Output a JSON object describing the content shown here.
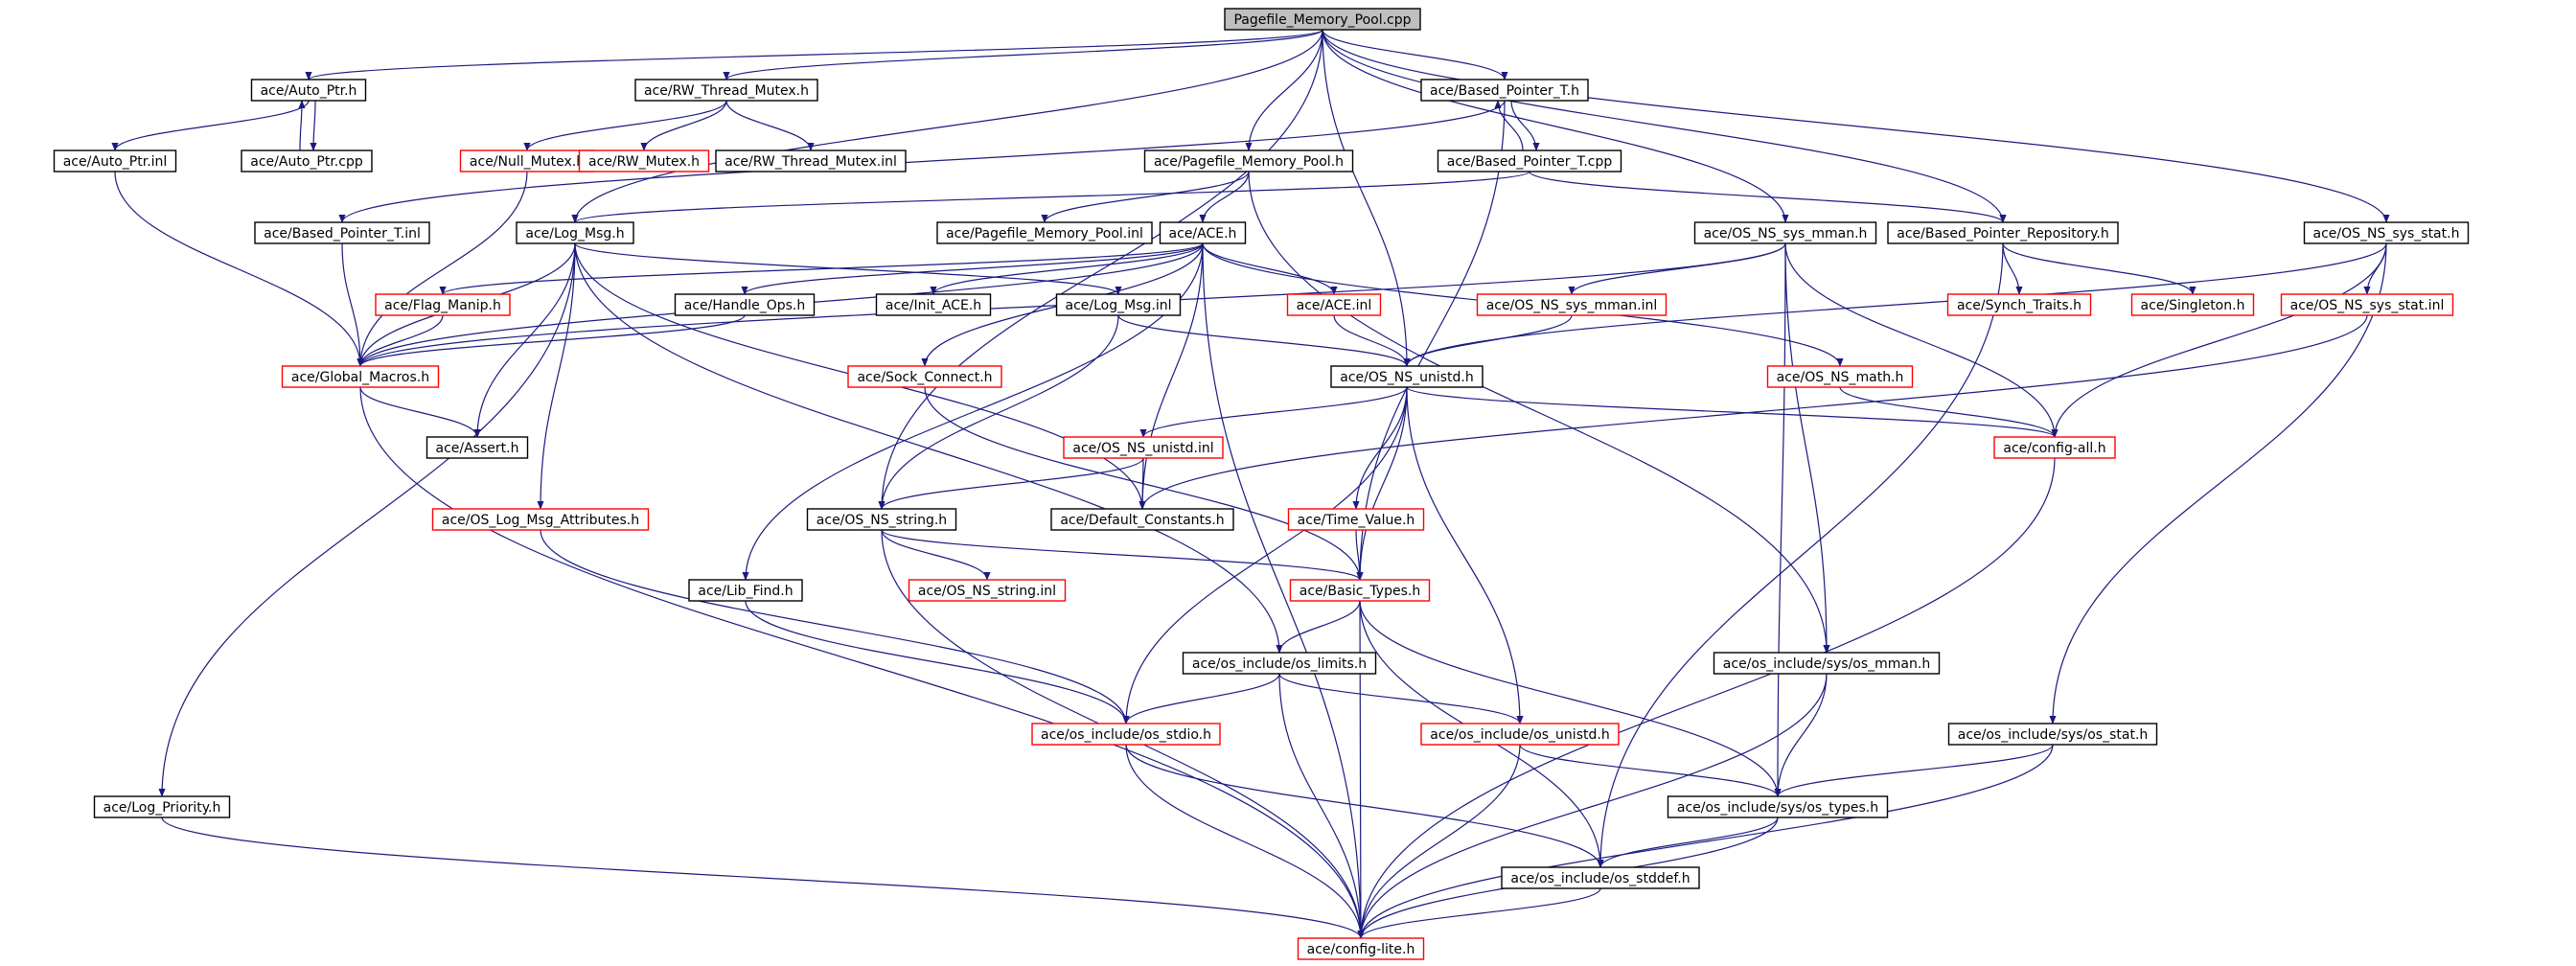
{
  "colors": {
    "edge": "#1a1a80",
    "border_normal": "#000000",
    "border_missing": "#ff0000",
    "root_fill": "#bfbfbf",
    "fill": "#ffffff"
  },
  "nodes": [
    {
      "id": "root",
      "label": "Pagefile_Memory_Pool.cpp",
      "style": "root"
    },
    {
      "id": "auto_ptr_h",
      "label": "ace/Auto_Ptr.h",
      "style": "normal"
    },
    {
      "id": "rw_thread_mutex_h",
      "label": "ace/RW_Thread_Mutex.h",
      "style": "normal"
    },
    {
      "id": "based_pointer_t_h",
      "label": "ace/Based_Pointer_T.h",
      "style": "normal"
    },
    {
      "id": "auto_ptr_inl",
      "label": "ace/Auto_Ptr.inl",
      "style": "normal"
    },
    {
      "id": "auto_ptr_cpp",
      "label": "ace/Auto_Ptr.cpp",
      "style": "normal"
    },
    {
      "id": "null_mutex_h",
      "label": "ace/Null_Mutex.h",
      "style": "missing"
    },
    {
      "id": "rw_mutex_h",
      "label": "ace/RW_Mutex.h",
      "style": "missing"
    },
    {
      "id": "rw_thread_mutex_inl",
      "label": "ace/RW_Thread_Mutex.inl",
      "style": "normal"
    },
    {
      "id": "pagefile_memory_pool_h",
      "label": "ace/Pagefile_Memory_Pool.h",
      "style": "normal"
    },
    {
      "id": "based_pointer_t_cpp",
      "label": "ace/Based_Pointer_T.cpp",
      "style": "normal"
    },
    {
      "id": "based_pointer_t_inl",
      "label": "ace/Based_Pointer_T.inl",
      "style": "normal"
    },
    {
      "id": "log_msg_h",
      "label": "ace/Log_Msg.h",
      "style": "normal"
    },
    {
      "id": "pagefile_memory_pool_inl",
      "label": "ace/Pagefile_Memory_Pool.inl",
      "style": "normal"
    },
    {
      "id": "ace_h",
      "label": "ace/ACE.h",
      "style": "normal"
    },
    {
      "id": "os_ns_sys_mman_h",
      "label": "ace/OS_NS_sys_mman.h",
      "style": "normal"
    },
    {
      "id": "based_pointer_repository_h",
      "label": "ace/Based_Pointer_Repository.h",
      "style": "normal"
    },
    {
      "id": "os_ns_sys_stat_h",
      "label": "ace/OS_NS_sys_stat.h",
      "style": "normal"
    },
    {
      "id": "flag_manip_h",
      "label": "ace/Flag_Manip.h",
      "style": "missing"
    },
    {
      "id": "handle_ops_h",
      "label": "ace/Handle_Ops.h",
      "style": "normal"
    },
    {
      "id": "init_ace_h",
      "label": "ace/Init_ACE.h",
      "style": "normal"
    },
    {
      "id": "log_msg_inl",
      "label": "ace/Log_Msg.inl",
      "style": "normal"
    },
    {
      "id": "ace_inl",
      "label": "ace/ACE.inl",
      "style": "missing"
    },
    {
      "id": "os_ns_sys_mman_inl",
      "label": "ace/OS_NS_sys_mman.inl",
      "style": "missing"
    },
    {
      "id": "synch_traits_h",
      "label": "ace/Synch_Traits.h",
      "style": "missing"
    },
    {
      "id": "singleton_h",
      "label": "ace/Singleton.h",
      "style": "missing"
    },
    {
      "id": "os_ns_sys_stat_inl",
      "label": "ace/OS_NS_sys_stat.inl",
      "style": "missing"
    },
    {
      "id": "global_macros_h",
      "label": "ace/Global_Macros.h",
      "style": "missing"
    },
    {
      "id": "sock_connect_h",
      "label": "ace/Sock_Connect.h",
      "style": "missing"
    },
    {
      "id": "os_ns_unistd_h",
      "label": "ace/OS_NS_unistd.h",
      "style": "normal"
    },
    {
      "id": "os_ns_math_h",
      "label": "ace/OS_NS_math.h",
      "style": "missing"
    },
    {
      "id": "assert_h",
      "label": "ace/Assert.h",
      "style": "normal"
    },
    {
      "id": "os_ns_unistd_inl",
      "label": "ace/OS_NS_unistd.inl",
      "style": "missing"
    },
    {
      "id": "config_all_h",
      "label": "ace/config-all.h",
      "style": "missing"
    },
    {
      "id": "os_log_msg_attributes_h",
      "label": "ace/OS_Log_Msg_Attributes.h",
      "style": "missing"
    },
    {
      "id": "os_ns_string_h",
      "label": "ace/OS_NS_string.h",
      "style": "normal"
    },
    {
      "id": "default_constants_h",
      "label": "ace/Default_Constants.h",
      "style": "normal"
    },
    {
      "id": "time_value_h",
      "label": "ace/Time_Value.h",
      "style": "missing"
    },
    {
      "id": "lib_find_h",
      "label": "ace/Lib_Find.h",
      "style": "normal"
    },
    {
      "id": "os_ns_string_inl",
      "label": "ace/OS_NS_string.inl",
      "style": "missing"
    },
    {
      "id": "basic_types_h",
      "label": "ace/Basic_Types.h",
      "style": "missing"
    },
    {
      "id": "os_limits_h",
      "label": "ace/os_include/os_limits.h",
      "style": "normal"
    },
    {
      "id": "sys_os_mman_h",
      "label": "ace/os_include/sys/os_mman.h",
      "style": "normal"
    },
    {
      "id": "os_stdio_h",
      "label": "ace/os_include/os_stdio.h",
      "style": "missing"
    },
    {
      "id": "os_unistd_h",
      "label": "ace/os_include/os_unistd.h",
      "style": "missing"
    },
    {
      "id": "sys_os_stat_h",
      "label": "ace/os_include/sys/os_stat.h",
      "style": "normal"
    },
    {
      "id": "log_priority_h",
      "label": "ace/Log_Priority.h",
      "style": "normal"
    },
    {
      "id": "sys_os_types_h",
      "label": "ace/os_include/sys/os_types.h",
      "style": "normal"
    },
    {
      "id": "os_stddef_h",
      "label": "ace/os_include/os_stddef.h",
      "style": "normal"
    },
    {
      "id": "config_lite_h",
      "label": "ace/config-lite.h",
      "style": "missing"
    }
  ],
  "edges": [
    [
      "root",
      "auto_ptr_h"
    ],
    [
      "root",
      "rw_thread_mutex_h"
    ],
    [
      "root",
      "based_pointer_t_h"
    ],
    [
      "root",
      "pagefile_memory_pool_h"
    ],
    [
      "root",
      "log_msg_h"
    ],
    [
      "root",
      "os_ns_unistd_h"
    ],
    [
      "root",
      "os_ns_sys_mman_h"
    ],
    [
      "root",
      "based_pointer_repository_h"
    ],
    [
      "root",
      "os_ns_sys_stat_h"
    ],
    [
      "root",
      "os_ns_string_h"
    ],
    [
      "auto_ptr_h",
      "auto_ptr_inl"
    ],
    [
      "auto_ptr_h",
      "auto_ptr_cpp"
    ],
    [
      "auto_ptr_cpp",
      "auto_ptr_h"
    ],
    [
      "rw_thread_mutex_h",
      "null_mutex_h"
    ],
    [
      "rw_thread_mutex_h",
      "rw_mutex_h"
    ],
    [
      "rw_thread_mutex_h",
      "rw_thread_mutex_inl"
    ],
    [
      "based_pointer_t_h",
      "based_pointer_t_cpp"
    ],
    [
      "based_pointer_t_cpp",
      "based_pointer_t_h"
    ],
    [
      "based_pointer_t_h",
      "based_pointer_t_inl"
    ],
    [
      "based_pointer_t_h",
      "basic_types_h"
    ],
    [
      "based_pointer_t_cpp",
      "log_msg_h"
    ],
    [
      "based_pointer_t_cpp",
      "based_pointer_repository_h"
    ],
    [
      "auto_ptr_inl",
      "global_macros_h"
    ],
    [
      "null_mutex_h",
      "global_macros_h"
    ],
    [
      "based_pointer_t_inl",
      "global_macros_h"
    ],
    [
      "pagefile_memory_pool_h",
      "pagefile_memory_pool_inl"
    ],
    [
      "pagefile_memory_pool_h",
      "ace_h"
    ],
    [
      "pagefile_memory_pool_h",
      "sys_os_mman_h"
    ],
    [
      "log_msg_h",
      "global_macros_h"
    ],
    [
      "log_msg_h",
      "assert_h"
    ],
    [
      "log_msg_h",
      "log_msg_inl"
    ],
    [
      "log_msg_h",
      "os_log_msg_attributes_h"
    ],
    [
      "log_msg_h",
      "log_priority_h"
    ],
    [
      "log_msg_h",
      "default_constants_h"
    ],
    [
      "log_msg_h",
      "os_limits_h"
    ],
    [
      "ace_h",
      "flag_manip_h"
    ],
    [
      "ace_h",
      "handle_ops_h"
    ],
    [
      "ace_h",
      "init_ace_h"
    ],
    [
      "ace_h",
      "ace_inl"
    ],
    [
      "ace_h",
      "sock_connect_h"
    ],
    [
      "ace_h",
      "os_ns_math_h"
    ],
    [
      "ace_h",
      "global_macros_h"
    ],
    [
      "ace_h",
      "lib_find_h"
    ],
    [
      "ace_h",
      "config_lite_h"
    ],
    [
      "ace_h",
      "default_constants_h"
    ],
    [
      "flag_manip_h",
      "global_macros_h"
    ],
    [
      "handle_ops_h",
      "global_macros_h"
    ],
    [
      "log_msg_inl",
      "os_ns_unistd_h"
    ],
    [
      "log_msg_inl",
      "os_ns_string_h"
    ],
    [
      "ace_inl",
      "os_ns_unistd_h"
    ],
    [
      "os_ns_sys_mman_h",
      "os_ns_sys_mman_inl"
    ],
    [
      "os_ns_sys_mman_h",
      "global_macros_h"
    ],
    [
      "os_ns_sys_mman_h",
      "sys_os_mman_h"
    ],
    [
      "os_ns_sys_mman_h",
      "sys_os_types_h"
    ],
    [
      "os_ns_sys_mman_h",
      "config_all_h"
    ],
    [
      "os_ns_sys_mman_inl",
      "os_ns_unistd_h"
    ],
    [
      "based_pointer_repository_h",
      "synch_traits_h"
    ],
    [
      "based_pointer_repository_h",
      "singleton_h"
    ],
    [
      "based_pointer_repository_h",
      "os_stddef_h"
    ],
    [
      "os_ns_sys_stat_h",
      "os_ns_sys_stat_inl"
    ],
    [
      "os_ns_sys_stat_h",
      "config_all_h"
    ],
    [
      "os_ns_sys_stat_h",
      "os_ns_unistd_h"
    ],
    [
      "os_ns_sys_stat_h",
      "sys_os_stat_h"
    ],
    [
      "os_ns_sys_stat_inl",
      "default_constants_h"
    ],
    [
      "global_macros_h",
      "assert_h"
    ],
    [
      "global_macros_h",
      "config_lite_h"
    ],
    [
      "sock_connect_h",
      "basic_types_h"
    ],
    [
      "os_ns_unistd_h",
      "os_ns_unistd_inl"
    ],
    [
      "os_ns_unistd_h",
      "time_value_h"
    ],
    [
      "os_ns_unistd_h",
      "basic_types_h"
    ],
    [
      "os_ns_unistd_h",
      "config_all_h"
    ],
    [
      "os_ns_unistd_h",
      "os_unistd_h"
    ],
    [
      "os_ns_unistd_h",
      "os_stdio_h"
    ],
    [
      "os_ns_math_h",
      "config_all_h"
    ],
    [
      "os_ns_unistd_inl",
      "os_ns_string_h"
    ],
    [
      "os_ns_unistd_inl",
      "default_constants_h"
    ],
    [
      "config_all_h",
      "config_lite_h"
    ],
    [
      "os_log_msg_attributes_h",
      "os_stdio_h"
    ],
    [
      "os_ns_string_h",
      "os_ns_string_inl"
    ],
    [
      "os_ns_string_h",
      "basic_types_h"
    ],
    [
      "os_ns_string_h",
      "config_lite_h"
    ],
    [
      "time_value_h",
      "basic_types_h"
    ],
    [
      "lib_find_h",
      "os_stdio_h"
    ],
    [
      "basic_types_h",
      "os_limits_h"
    ],
    [
      "basic_types_h",
      "sys_os_types_h"
    ],
    [
      "basic_types_h",
      "os_stddef_h"
    ],
    [
      "basic_types_h",
      "config_lite_h"
    ],
    [
      "os_limits_h",
      "os_stdio_h"
    ],
    [
      "os_limits_h",
      "os_unistd_h"
    ],
    [
      "os_limits_h",
      "config_lite_h"
    ],
    [
      "sys_os_mman_h",
      "sys_os_types_h"
    ],
    [
      "sys_os_mman_h",
      "config_lite_h"
    ],
    [
      "os_stdio_h",
      "os_stddef_h"
    ],
    [
      "os_stdio_h",
      "config_lite_h"
    ],
    [
      "os_unistd_h",
      "sys_os_types_h"
    ],
    [
      "os_unistd_h",
      "config_lite_h"
    ],
    [
      "sys_os_stat_h",
      "sys_os_types_h"
    ],
    [
      "sys_os_stat_h",
      "config_lite_h"
    ],
    [
      "log_priority_h",
      "config_lite_h"
    ],
    [
      "sys_os_types_h",
      "os_stddef_h"
    ],
    [
      "sys_os_types_h",
      "config_lite_h"
    ],
    [
      "os_stddef_h",
      "config_lite_h"
    ]
  ]
}
